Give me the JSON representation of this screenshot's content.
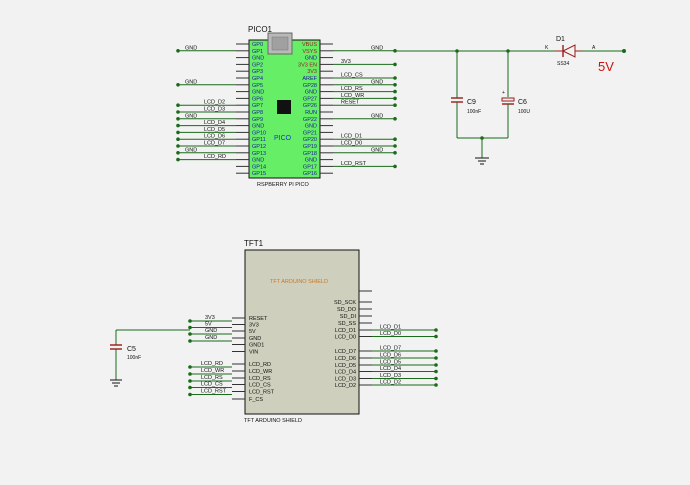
{
  "pico": {
    "ref": "PICO1",
    "label": "PICO",
    "footer": "RSPBERRY PI PICO",
    "left_pins": [
      "GP0",
      "GP1",
      "GND",
      "GP2",
      "GP3",
      "GP4",
      "GP5",
      "GND",
      "GP6",
      "GP7",
      "GP8",
      "GP9",
      "GND",
      "GP10",
      "GP11",
      "GP12",
      "GP13",
      "GND",
      "GP14",
      "GP15"
    ],
    "right_pins": [
      "VBUS",
      "VSYS",
      "GND",
      "3V3 EN",
      "3V3",
      "AREF",
      "GP28",
      "GND",
      "GP27",
      "GP26",
      "RUN",
      "GP22",
      "GND",
      "GP21",
      "GP20",
      "GP19",
      "GP18",
      "GND",
      "GP17",
      "GP16"
    ],
    "left_nets": [
      "",
      "GND",
      "",
      "",
      "",
      "",
      "GND",
      "",
      "",
      "LCD_D2",
      "LCD_D3",
      "GND",
      "LCD_D4",
      "LCD_D5",
      "LCD_D6",
      "LCD_D7",
      "GND",
      "LCD_RD",
      "",
      ""
    ],
    "right_nets": [
      "",
      "GND",
      "",
      "3V3",
      "",
      "LCD_CS",
      "GND",
      "LCD_RS",
      "LCD_WR",
      "RESET",
      "",
      "GND",
      "",
      "",
      "LCD_D1",
      "LCD_D0",
      "GND",
      "",
      "LCD_RST",
      ""
    ]
  },
  "power": {
    "diode_ref": "D1",
    "diode_part": "SS34",
    "diode_k": "K",
    "diode_a": "A",
    "supply_label": "5V",
    "c9_ref": "C9",
    "c9_value": "100nF",
    "c6_ref": "C6",
    "c6_value": "100U"
  },
  "tft": {
    "ref": "TFT1",
    "title": "TFT ARDUINO SHIELD",
    "footer": "TFT ARDUINO SHIELD",
    "left_pins": [
      "RESET",
      "3V3",
      "5V",
      "GND",
      "GND1",
      "VIN",
      "LCD_RD",
      "LCD_WR",
      "LCD_RS",
      "LCD_CS",
      "LCD_RST",
      "F_CS"
    ],
    "left_nets": [
      "3V3",
      "5V",
      "GND",
      "GND",
      "",
      "",
      "LCD_RD",
      "LCD_WR",
      "LCD_RS",
      "LCD_CS",
      "LCD_RST",
      ""
    ],
    "right_pins": [
      "SD_SCK",
      "SD_DO",
      "SD_DI",
      "SD_SS",
      "LCD_D1",
      "LCD_D0",
      "LCD_D7",
      "LCD_D6",
      "LCD_D5",
      "LCD_D4",
      "LCD_D3",
      "LCD_D2"
    ],
    "right_nets": [
      "",
      "",
      "",
      "",
      "LCD_D1",
      "LCD_D0",
      "LCD_D7",
      "LCD_D6",
      "LCD_D5",
      "LCD_D4",
      "LCD_D3",
      "LCD_D2"
    ],
    "c5_ref": "C5",
    "c5_value": "100nF"
  },
  "colors": {
    "wire": "#1a6b1a",
    "pico_fill": "#66ee66",
    "tft_fill": "#cfcfbd",
    "pin_blue": "#1a1a9a",
    "pin_red": "#9a1a1a",
    "label_red": "#cc1111",
    "tft_title": "#cc7722"
  }
}
